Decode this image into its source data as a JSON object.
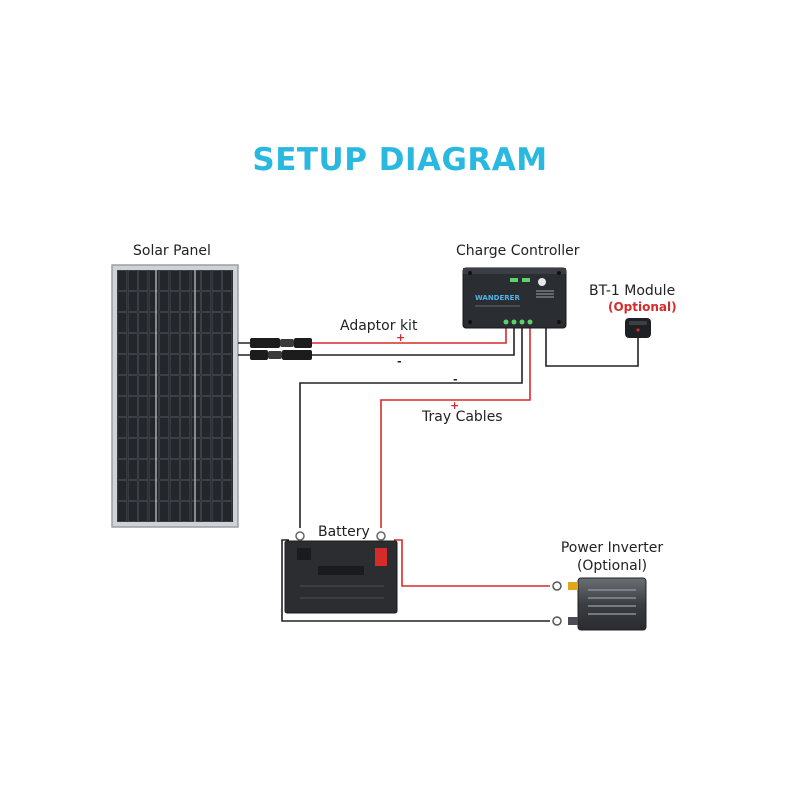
{
  "title": "SETUP DIAGRAM",
  "labels": {
    "solar_panel": "Solar Panel",
    "charge_controller": "Charge Controller",
    "bt_module": "BT-1 Module",
    "bt_optional": "(Optional)",
    "adaptor_kit": "Adaptor kit",
    "tray_cables": "Tray Cables",
    "battery": "Battery",
    "power_inverter": "Power Inverter",
    "inverter_optional": "(Optional)"
  },
  "signs": {
    "positive": "+",
    "negative": "-"
  },
  "controller_brand": "WANDERER",
  "colors": {
    "title": "#29b8e0",
    "positive_wire": "#d62b2b",
    "negative_wire": "#222222",
    "optional_text": "#d62b2b"
  }
}
